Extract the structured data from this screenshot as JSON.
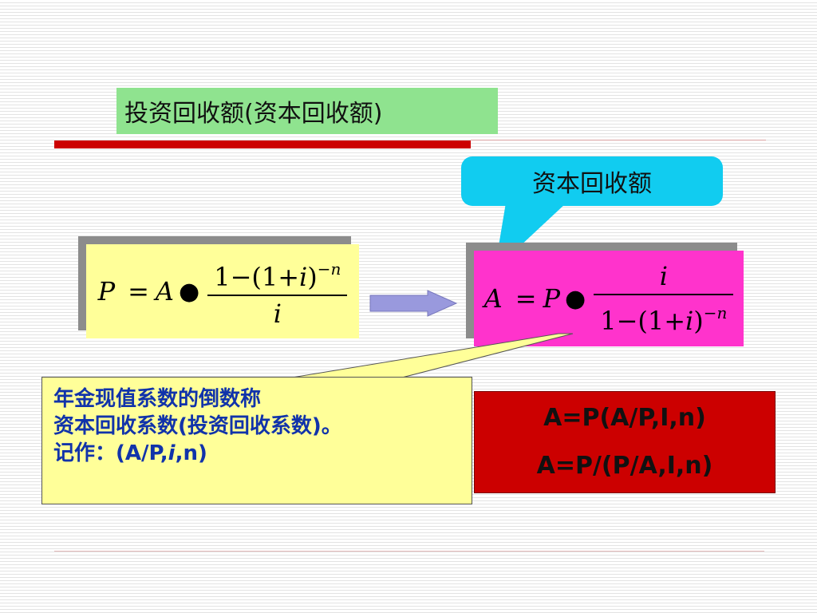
{
  "slide": {
    "title": "投资回收额(资本回收额)",
    "callout_top": "资本回收额",
    "formula_left": {
      "lhs": "P",
      "eq": "=",
      "coef": "A",
      "dot": "●",
      "numerator_prefix": "1−(1+",
      "numerator_var": "i",
      "numerator_suffix": ")",
      "exponent": "−n",
      "denominator": "i"
    },
    "formula_right": {
      "lhs": "A",
      "eq": "=",
      "coef": "P",
      "dot": "●",
      "numerator": "i",
      "denominator_prefix": "1−(1+",
      "denominator_var": "i",
      "denominator_suffix": ")",
      "exponent": "−n"
    },
    "note": {
      "line1": "年金现值系数的倒数称",
      "line2": "资本回收系数(投资回收系数)。",
      "line3_prefix": "记作：(A/P,",
      "line3_italic": "i",
      "line3_suffix": ",n)"
    },
    "redbox": {
      "line1": "A=P(A/P,I,n)",
      "line2": "A=P/(P/A,I,n)"
    }
  },
  "colors": {
    "title_bg": "#8fe38f",
    "rule_red": "#cc0000",
    "formula_left_bg": "#ffff99",
    "formula_right_bg": "#ff33cc",
    "callout_top_bg": "#11ccf0",
    "note_bg": "#ffff99",
    "note_text": "#1133aa",
    "redbox_bg": "#cc0000",
    "arrow": "#9999dd"
  }
}
